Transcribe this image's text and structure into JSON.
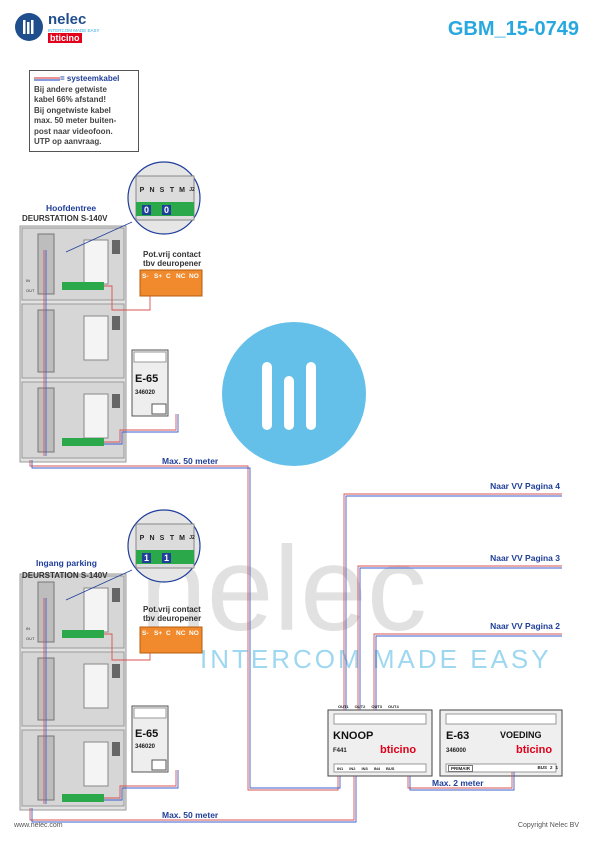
{
  "brand": {
    "name": "nelec",
    "tagline": "INTERCOM MADE EASY",
    "partner": "bticino"
  },
  "doc_id": "GBM_15-0749",
  "legend": {
    "title": "= systeemkabel",
    "lines": [
      "Bij andere getwiste",
      "kabel 66% afstand!",
      "Bij ongetwiste kabel",
      "max. 50 meter buiten-",
      "post naar videofoon.",
      "UTP op aanvraag."
    ]
  },
  "station_top": {
    "title": "Hoofdentree",
    "model": "DEURSTATION S-140V",
    "jumper_digits": [
      "0",
      "0"
    ]
  },
  "station_bottom": {
    "title": "Ingang parking",
    "model": "DEURSTATION S-140V",
    "jumper_digits": [
      "1",
      "1"
    ]
  },
  "jumper_labels": [
    "P",
    "N",
    "S",
    "T",
    "M",
    "J2"
  ],
  "contact": {
    "label_line1": "Pot.vrij contact",
    "label_line2": "tbv deuropener",
    "terminals": [
      "S-",
      "S+",
      "C",
      "NC",
      "NO"
    ]
  },
  "module_e65": {
    "name": "E-65",
    "code": "346020"
  },
  "distance_labels": {
    "max50": "Max. 50 meter",
    "max2": "Max. 2 meter"
  },
  "pages": [
    "Naar VV Pagina 4",
    "Naar VV Pagina 3",
    "Naar VV Pagina 2"
  ],
  "knoop": {
    "name": "KNOOP",
    "code": "F441",
    "outs": [
      "OUT1",
      "OUT2",
      "OUT3",
      "OUT4"
    ],
    "ins": [
      "IN1",
      "IN2",
      "IN3",
      "IN4",
      "BUS"
    ]
  },
  "voeding": {
    "model": "E-63",
    "name": "VOEDING",
    "code": "346000",
    "terminals": [
      "PRIMAIR",
      "BUS",
      "2",
      "1"
    ]
  },
  "footer": {
    "left": "www.nelec.com",
    "right": "Copyright Nelec BV"
  },
  "colors": {
    "accent": "#29a8e0",
    "title_blue": "#1f3f9a",
    "orange": "#f08a2c",
    "green": "#2aa84a",
    "cable_red": "#d9534f",
    "cable_blue": "#3a5fcd"
  }
}
